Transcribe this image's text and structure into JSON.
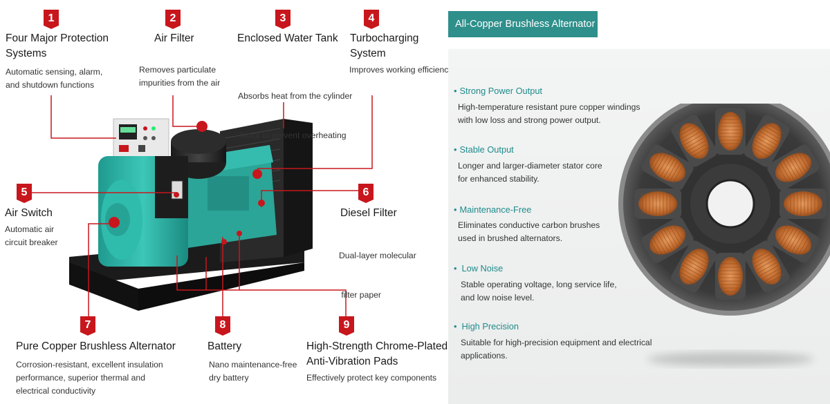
{
  "callouts": [
    {
      "num": "1",
      "title": [
        "Four Major Protection",
        "Systems"
      ],
      "desc": [
        "Automatic sensing, alarm,",
        "and shutdown functions"
      ]
    },
    {
      "num": "2",
      "title": [
        "Air Filter"
      ],
      "desc": [
        "Removes particulate",
        "impurities from the air"
      ]
    },
    {
      "num": "3",
      "title": [
        "Enclosed Water Tank"
      ],
      "desc": [
        "Absorbs heat from the cylinder",
        " block to prevent overheating"
      ]
    },
    {
      "num": "4",
      "title": [
        "Turbocharging",
        "System"
      ],
      "desc": [
        "Improves working efficiency"
      ]
    },
    {
      "num": "5",
      "title": [
        "Air Switch"
      ],
      "desc": [
        "Automatic air",
        "circuit breaker"
      ]
    },
    {
      "num": "6",
      "title": [
        "Diesel Filter"
      ],
      "desc": [
        "Dual-layer molecular",
        " filter paper"
      ]
    },
    {
      "num": "7",
      "title": [
        "Pure Copper Brushless Alternator"
      ],
      "desc": [
        "Corrosion-resistant, excellent insulation",
        "performance, superior thermal and",
        "electrical conductivity"
      ]
    },
    {
      "num": "8",
      "title": [
        "Battery"
      ],
      "desc": [
        "Nano maintenance-free",
        "dry battery"
      ]
    },
    {
      "num": "9",
      "title": [
        "High-Strength Chrome-Plated",
        "Anti-Vibration Pads"
      ],
      "desc": [
        "Effectively protect key components"
      ]
    }
  ],
  "panel": {
    "header": "All-Copper Brushless Alternator",
    "features": [
      {
        "title": "Strong Power Output",
        "desc": [
          "High-temperature resistant pure copper windings",
          "with low loss and strong power output."
        ]
      },
      {
        "title": "Stable Output",
        "desc": [
          "Longer and larger-diameter stator core",
          "for enhanced stability."
        ]
      },
      {
        "title": "Maintenance-Free",
        "desc": [
          "Eliminates conductive carbon brushes",
          "used in brushed alternators."
        ]
      },
      {
        "title": "Low Noise",
        "desc": [
          "Stable operating voltage, long service life,",
          "and low noise level."
        ]
      },
      {
        "title": "High Precision",
        "desc": [
          "Suitable for high-precision equipment and electrical",
          "applications."
        ]
      }
    ]
  },
  "colors": {
    "badge_red": "#c8161d",
    "accent_teal": "#2e8f8b",
    "feature_teal": "#1f8b8b",
    "generator_teal": "#2ab3a6",
    "copper": "#c9753a"
  }
}
